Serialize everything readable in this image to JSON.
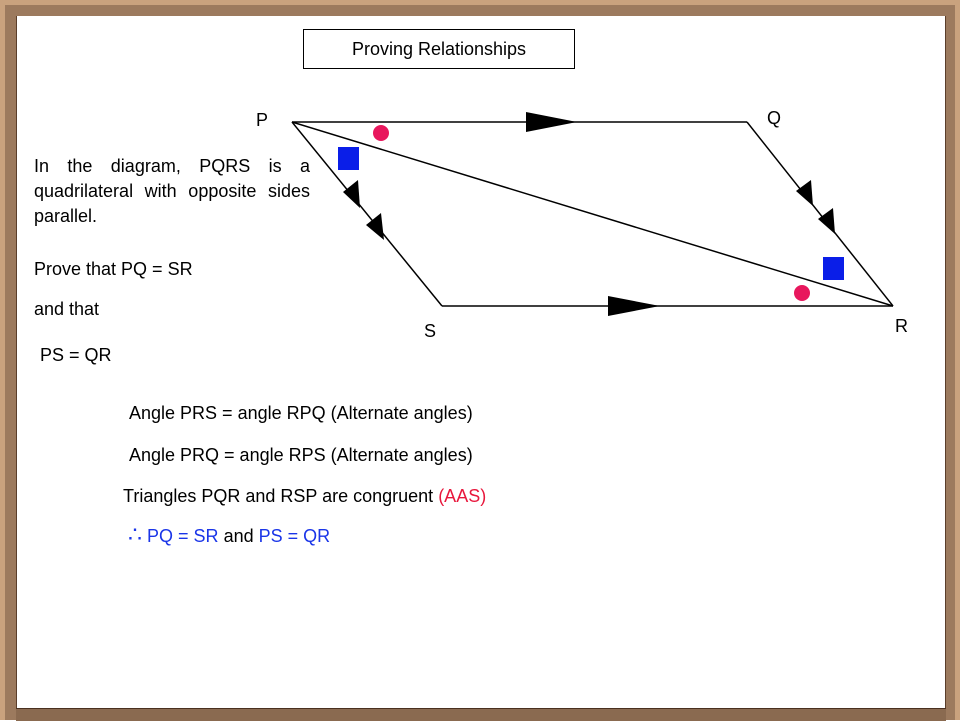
{
  "title": "Proving Relationships",
  "vertices": {
    "P": "P",
    "Q": "Q",
    "R": "R",
    "S": "S"
  },
  "intro": {
    "para": "In the diagram, PQRS is a quadrilateral with opposite sides parallel.",
    "prove1": "Prove that PQ = SR",
    "prove2": "and that",
    "prove3": "PS = QR"
  },
  "proof": {
    "line1": "Angle PRS = angle RPQ (Alternate angles)",
    "line2": "Angle PRQ = angle RPS (Alternate angles)",
    "line3_prefix": "Triangles PQR and RSP are congruent",
    "line3_reason": "(AAS)",
    "line4_symbol": "∴",
    "line4_a": "PQ = SR",
    "line4_and": "and",
    "line4_b": "PS = QR"
  },
  "colors": {
    "circle_marker": "#e8175d",
    "square_marker": "#0a1ee8",
    "red_text": "#e8173c",
    "blue_text": "#1a35e8"
  }
}
